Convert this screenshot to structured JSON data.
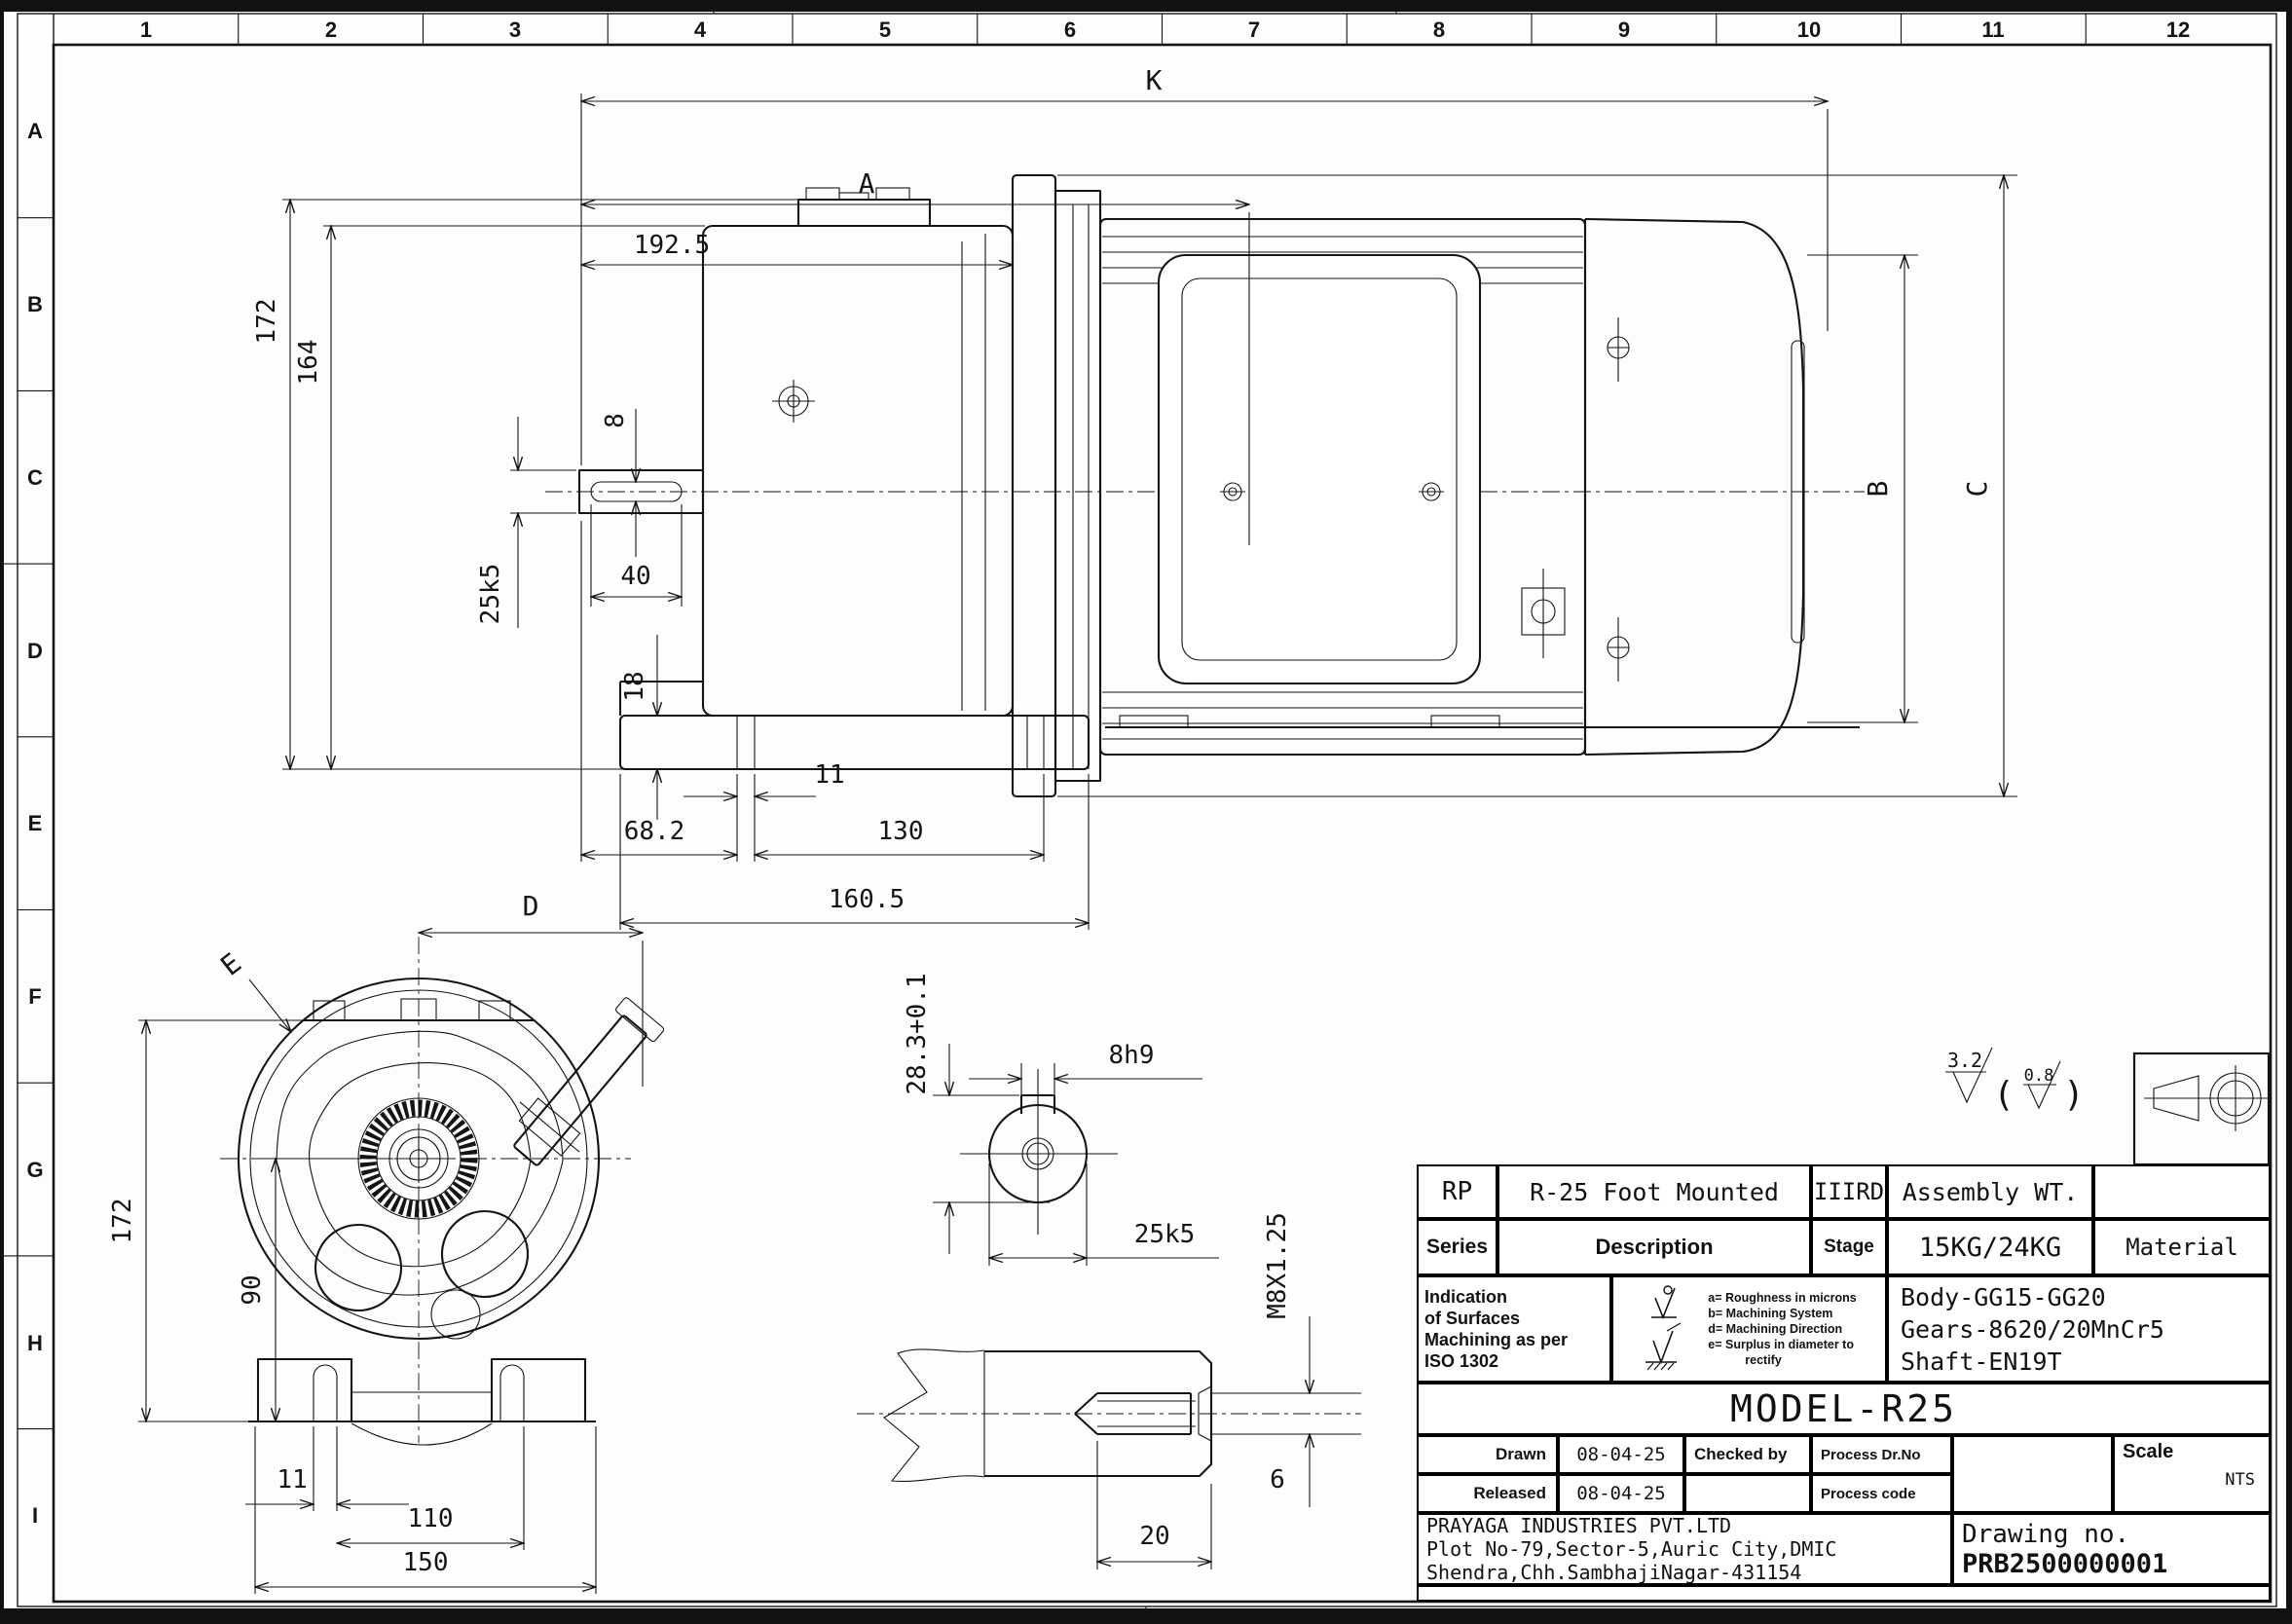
{
  "sheet": {
    "grid_columns": [
      "1",
      "2",
      "3",
      "4",
      "5",
      "6",
      "7",
      "8",
      "9",
      "10",
      "11",
      "12"
    ],
    "grid_rows": [
      "A",
      "B",
      "C",
      "D",
      "E",
      "F",
      "G",
      "H",
      "I"
    ]
  },
  "side_view": {
    "labels": {
      "overall_len": "K",
      "len_a": "A",
      "len_1925": "192.5",
      "h_172": "172",
      "h_164": "164",
      "shaft_dia": "25k5",
      "key_width": "8",
      "key_len": "40",
      "foot_h": "18",
      "slot_w": "11",
      "len_682": "68.2",
      "len_130": "130",
      "len_1605": "160.5",
      "motor_dia": "B",
      "flange_dia": "C"
    }
  },
  "front_view": {
    "labels": {
      "width_d": "D",
      "ref_e": "E",
      "h_172": "172",
      "h_90": "90",
      "slot_w": "11",
      "bolt_span": "110",
      "foot_w": "150"
    }
  },
  "key_section": {
    "labels": {
      "key_height": "28.3+0.1",
      "key_width": "8h9",
      "shaft_dia": "25k5"
    }
  },
  "shaft_end": {
    "labels": {
      "thread": "M8X1.25",
      "dia_6": "6",
      "depth_20": "20"
    }
  },
  "surface_note": {
    "ra_main": "3.2",
    "open": "(",
    "ra_fine": "0.8",
    "close": ")"
  },
  "title_block": {
    "series_value": "RP",
    "description_value": "R-25 Foot Mounted",
    "stage_value": "IIIRD",
    "assembly_wt_label": "Assembly WT.",
    "series_label": "Series",
    "description_label": "Description",
    "stage_label": "Stage",
    "assembly_wt_value": "15KG/24KG",
    "material_label": "Material",
    "surface_note_lines": [
      "Indication",
      "of Surfaces",
      "Machining as per",
      "ISO 1302"
    ],
    "surface_legend": [
      "a= Roughness in microns",
      "b= Machining System",
      "d= Machining Direction",
      "e= Surplus in diameter to",
      "rectify"
    ],
    "material_lines": [
      "Body-GG15-GG20",
      "Gears-8620/20MnCr5",
      "Shaft-EN19T"
    ],
    "model": "MODEL-R25",
    "drawn_label": "Drawn",
    "drawn_date": "08-04-25",
    "checked_label": "Checked by",
    "process_dr_label": "Process Dr.No",
    "released_label": "Released",
    "released_date": "08-04-25",
    "process_code_label": "Process code",
    "scale_label": "Scale",
    "scale_value": "NTS",
    "company_lines": [
      "PRAYAGA INDUSTRIES PVT.LTD",
      "Plot No-79,Sector-5,Auric City,DMIC",
      "Shendra,Chh.SambhajiNagar-431154"
    ],
    "drawing_no_label": "Drawing no.",
    "drawing_no_value": "PRB2500000001"
  }
}
